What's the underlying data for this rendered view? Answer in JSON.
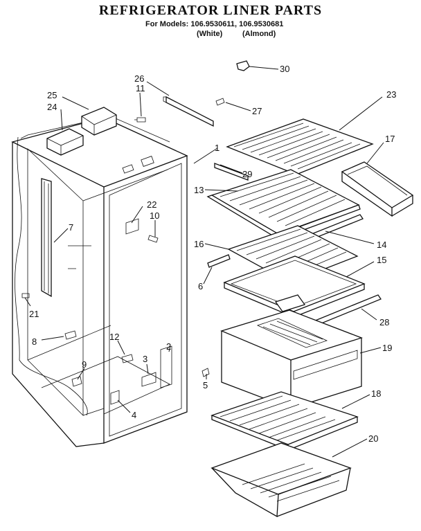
{
  "header": {
    "title": "REFRIGERATOR LINER PARTS",
    "models_line": "For Models: 106.9530611, 106.9530681",
    "variant_white": "(White)",
    "variant_almond": "(Almond)"
  },
  "callouts": {
    "p1": "1",
    "p2": "2",
    "p3": "3",
    "p4": "4",
    "p5": "5",
    "p6": "6",
    "p7": "7",
    "p8": "8",
    "p9": "9",
    "p10": "10",
    "p11": "11",
    "p12": "12",
    "p13": "13",
    "p14": "14",
    "p15": "15",
    "p16": "16",
    "p17": "17",
    "p18": "18",
    "p19": "19",
    "p20": "20",
    "p21": "21",
    "p22": "22",
    "p23": "23",
    "p24": "24",
    "p25": "25",
    "p26": "26",
    "p27": "27",
    "p28": "28",
    "p29": "29",
    "p30": "30"
  }
}
